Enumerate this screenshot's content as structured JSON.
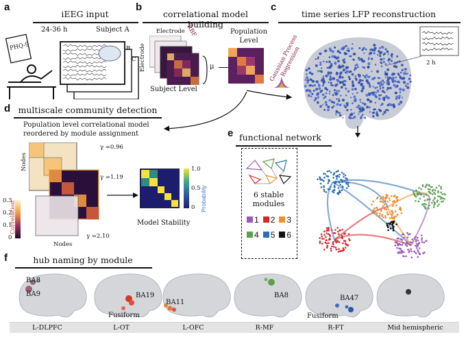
{
  "panels": {
    "a": {
      "letter": "a",
      "title": "iEEG input",
      "duration": "24-36 h",
      "subject": "Subject A",
      "sheet_b": "B",
      "sheet_c": "C",
      "questionnaire": "PHQ-9"
    },
    "b": {
      "letter": "b",
      "title": "correlational model building",
      "electrode": "Electrode",
      "electrode_y": "Electrode",
      "rbf": "RBF",
      "mu": "μ",
      "subject_level": "Subject Level",
      "population_level": "Population\nLevel"
    },
    "c": {
      "letter": "c",
      "title": "time series LFP reconstruction",
      "gpr": "Gaussian Process\nRegression",
      "window": "2 h"
    },
    "d": {
      "letter": "d",
      "title": "multiscale community detection",
      "caption": "Population level correlational model\nreordered by module assignment",
      "gamma1": "γ =0.96",
      "gamma2": "γ =1.19",
      "gamma3": "γ =2.10",
      "nodes_y": "Nodes",
      "nodes_x": "Nodes",
      "corr_label": "Correlation",
      "corr_ticks": [
        "0.3",
        "0.2",
        "0.1",
        "0"
      ],
      "prob_label": "Probability",
      "prob_ticks": [
        "1.0",
        "0.5",
        "0"
      ],
      "stability": "Model Stability"
    },
    "e": {
      "letter": "e",
      "title": "functional network",
      "stable_text": "6 stable\nmodules",
      "modules": [
        {
          "id": "1",
          "color": "#9b59b6"
        },
        {
          "id": "2",
          "color": "#d62728"
        },
        {
          "id": "3",
          "color": "#f28e2b"
        },
        {
          "id": "4",
          "color": "#59a14f"
        },
        {
          "id": "5",
          "color": "#2f6fb5"
        },
        {
          "id": "6",
          "color": "#111111"
        }
      ]
    },
    "f": {
      "letter": "f",
      "title": "hub naming by module",
      "regions": [
        "L-DLPFC",
        "L-OT",
        "L-OFC",
        "R-MF",
        "R-FT",
        "Mid hemispheric"
      ],
      "labels": {
        "ba8_left": "BA8",
        "ba9": "BA9",
        "ba19": "BA19",
        "fusiform_left": "Fusiform",
        "ba11": "BA11",
        "ba8_right": "BA8",
        "ba47": "BA47",
        "fusiform_right": "Fusiform"
      }
    }
  }
}
